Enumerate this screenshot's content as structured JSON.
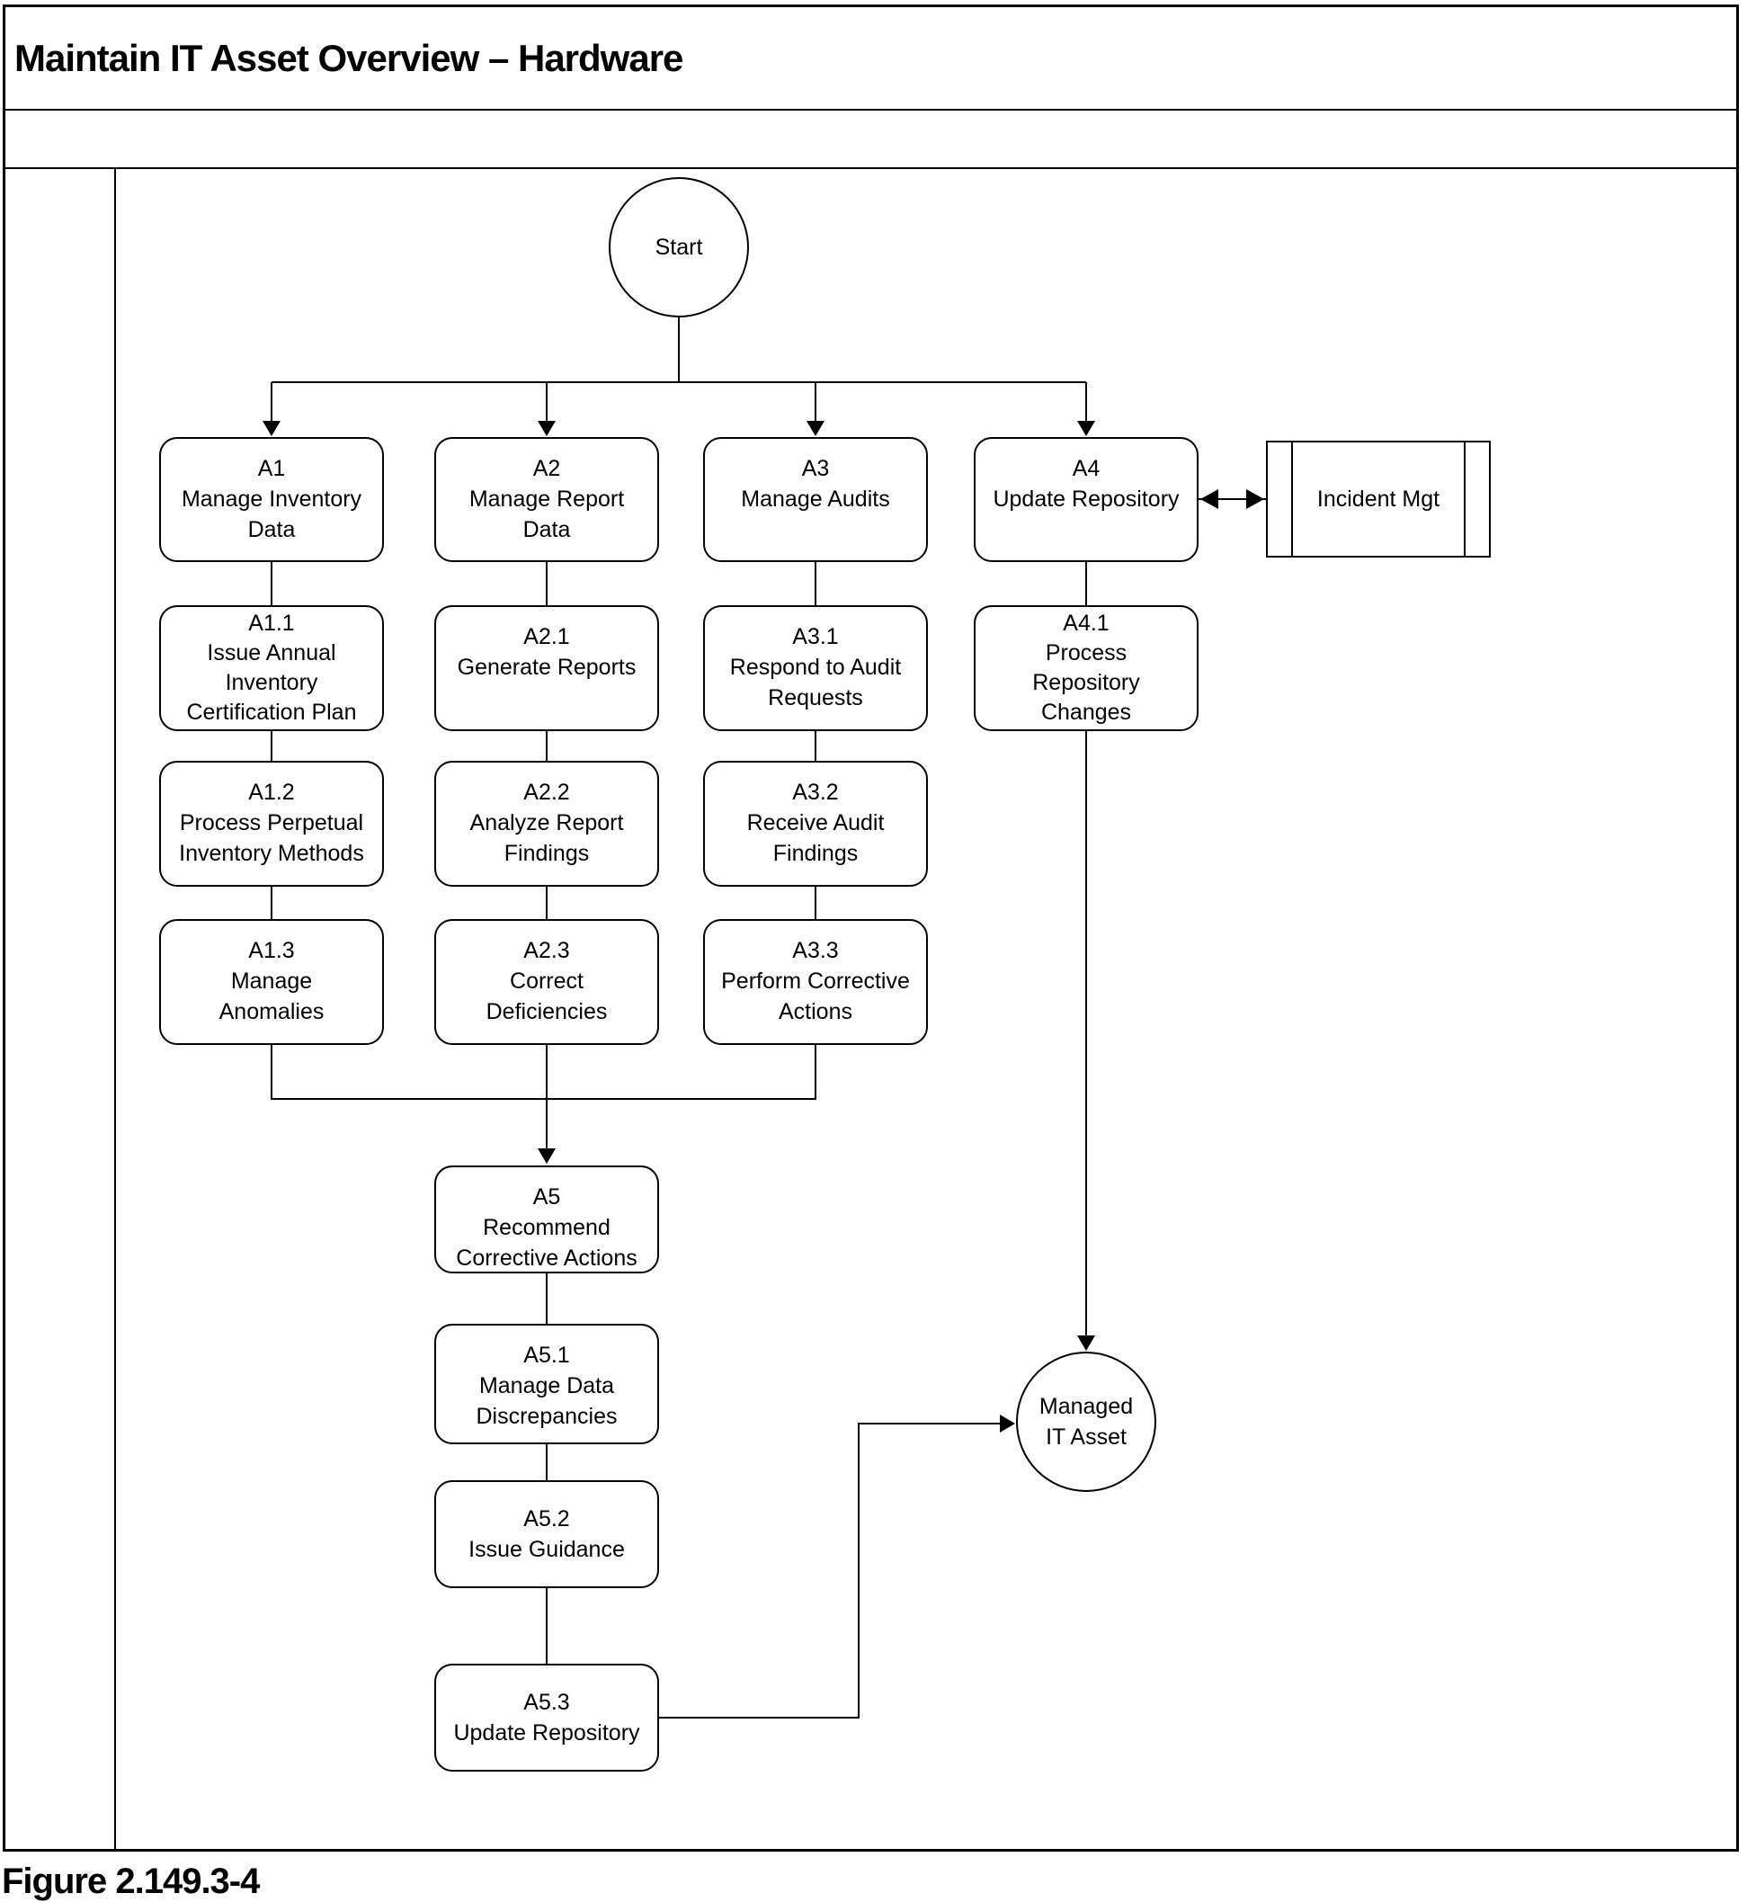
{
  "header": {
    "title": "Maintain IT Asset Overview – Hardware"
  },
  "figure_caption": "Figure 2.149.3-4",
  "diagram": {
    "start_label": "Start",
    "end_label": "Managed\nIT Asset",
    "external_entity_label": "Incident Mgt",
    "nodes": {
      "a1": {
        "id": "A1",
        "label": "Manage Inventory\nData"
      },
      "a2": {
        "id": "A2",
        "label": "Manage Report\nData"
      },
      "a3": {
        "id": "A3",
        "label": "Manage Audits"
      },
      "a4": {
        "id": "A4",
        "label": "Update Repository"
      },
      "a1_1": {
        "id": "A1.1",
        "label": "Issue Annual\nInventory\nCertification Plan"
      },
      "a2_1": {
        "id": "A2.1",
        "label": "Generate Reports"
      },
      "a3_1": {
        "id": "A3.1",
        "label": "Respond to Audit\nRequests"
      },
      "a4_1": {
        "id": "A4.1",
        "label": "Process\nRepository\nChanges"
      },
      "a1_2": {
        "id": "A1.2",
        "label": "Process Perpetual\nInventory Methods"
      },
      "a2_2": {
        "id": "A2.2",
        "label": "Analyze Report\nFindings"
      },
      "a3_2": {
        "id": "A3.2",
        "label": "Receive Audit\nFindings"
      },
      "a1_3": {
        "id": "A1.3",
        "label": "Manage\nAnomalies"
      },
      "a2_3": {
        "id": "A2.3",
        "label": "Correct\nDeficiencies"
      },
      "a3_3": {
        "id": "A3.3",
        "label": "Perform Corrective\nActions"
      },
      "a5": {
        "id": "A5",
        "label": "Recommend\nCorrective Actions"
      },
      "a5_1": {
        "id": "A5.1",
        "label": "Manage Data\nDiscrepancies"
      },
      "a5_2": {
        "id": "A5.2",
        "label": "Issue Guidance"
      },
      "a5_3": {
        "id": "A5.3",
        "label": "Update Repository"
      }
    },
    "colors": {
      "line": "#000000",
      "background": "#ffffff"
    }
  }
}
